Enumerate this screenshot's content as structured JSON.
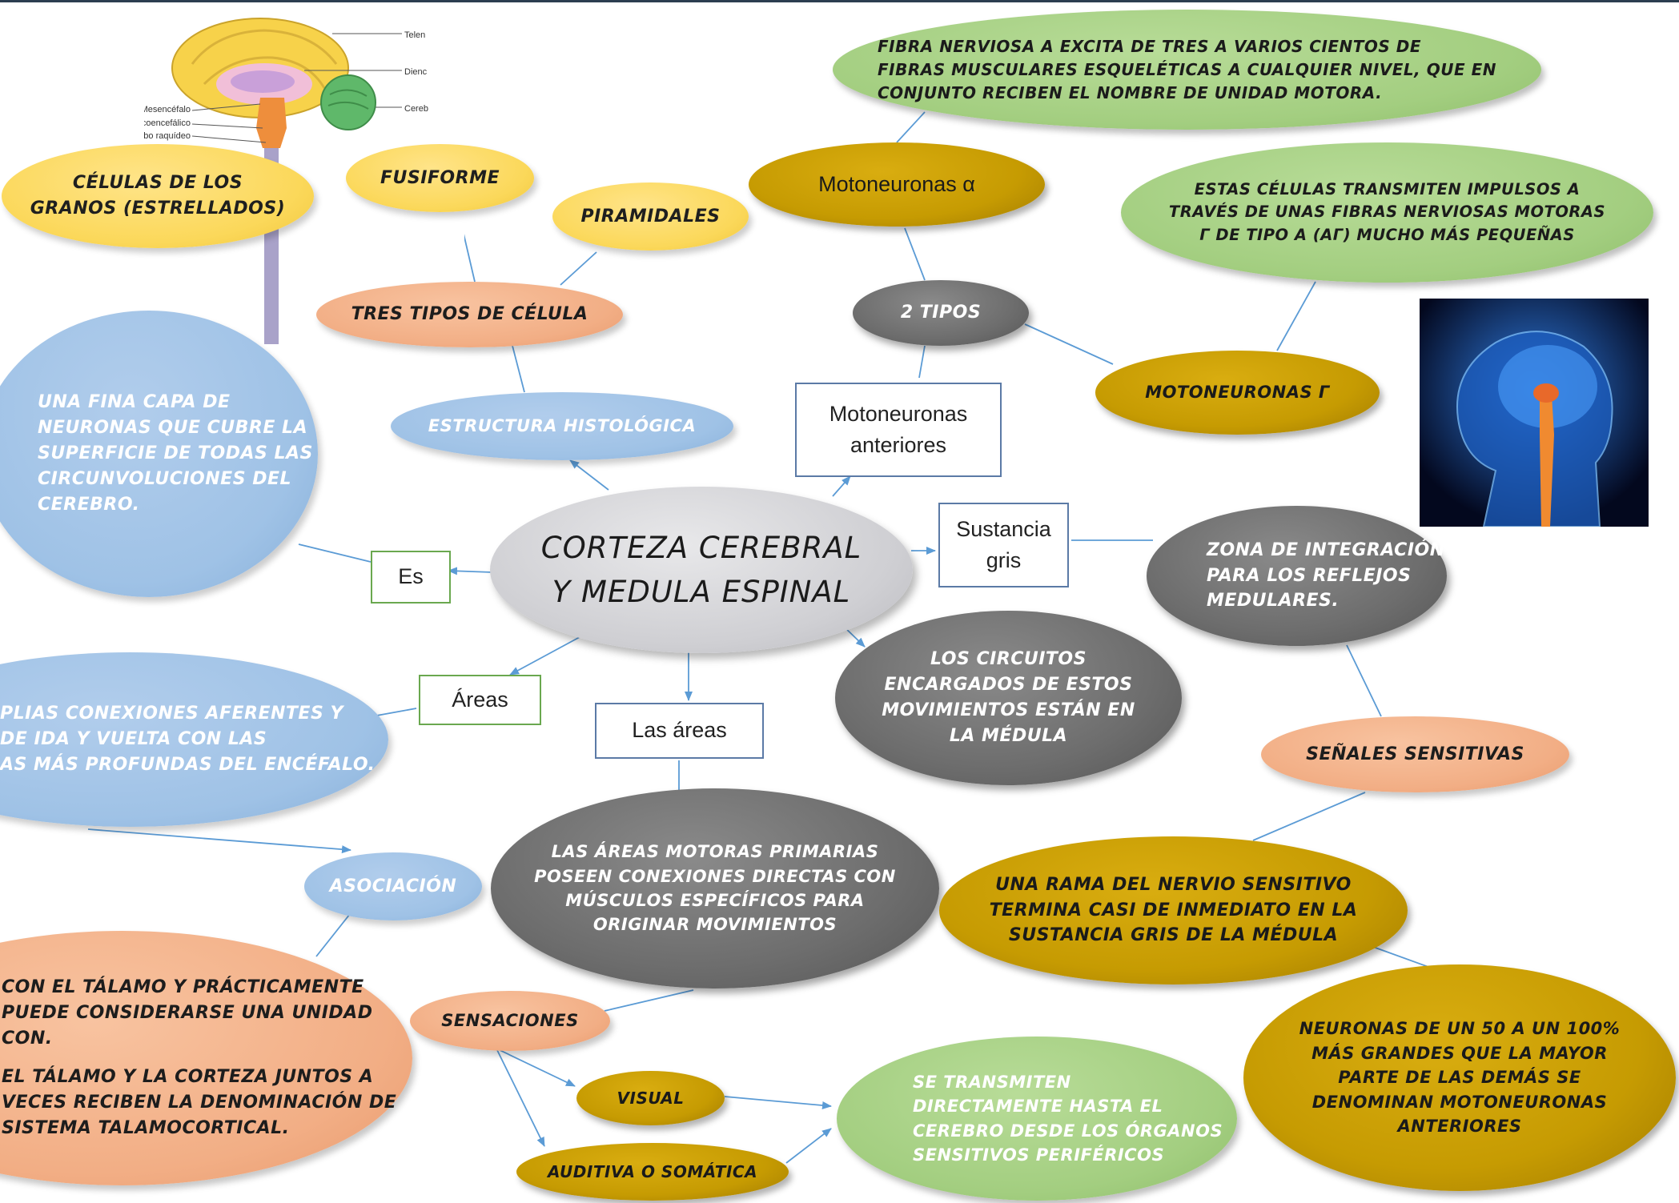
{
  "center": {
    "line1": "CORTEZA CEREBRAL",
    "line2": "Y MEDULA ESPINAL"
  },
  "boxes": {
    "es": "Es",
    "areas": "Áreas",
    "las_areas": "Las áreas",
    "sustancia_gris_1": "Sustancia",
    "sustancia_gris_2": "gris",
    "motoneuronas_anteriores_1": "Motoneuronas",
    "motoneuronas_anteriores_2": "anteriores"
  },
  "nodes": {
    "fibra": [
      "FIBRA NERVIOSA α EXCITA DE TRES A VARIOS CIENTOS DE",
      "FIBRAS MUSCULARES ESQUELÉTICAS A CUALQUIER NIVEL, QUE EN",
      "CONJUNTO RECIBEN EL NOMBRE DE UNIDAD MOTORA."
    ],
    "motoneuronas_alfa": "Motoneuronas α",
    "estas_celulas": [
      "ESTAS CÉLULAS TRANSMITEN IMPULSOS A",
      "TRAVÉS DE UNAS FIBRAS NERVIOSAS MOTORAS",
      "γ DE TIPO A (Aγ) MUCHO MÁS PEQUEÑAS"
    ],
    "dos_tipos": "2 TIPOS",
    "motoneuronas_gamma": "MOTONEURONAS γ",
    "celulas_granos": [
      "CÉLULAS DE LOS",
      "GRANOS (ESTRELLADOS)"
    ],
    "fusiforme": "FUSIFORME",
    "piramidales": "PIRAMIDALES",
    "tres_tipos": "TRES TIPOS DE CÉLULA",
    "estructura": "ESTRUCTURA HISTOLÓGICA",
    "fina_capa": [
      "UNA FINA CAPA DE",
      "NEURONAS QUE CUBRE LA",
      "SUPERFICIE DE TODAS LAS",
      "CIRCUNVOLUCIONES DEL",
      "CEREBRO."
    ],
    "zona_integracion": [
      "ZONA DE INTEGRACIÓN",
      "PARA LOS REFLEJOS",
      "MEDULARES."
    ],
    "circuitos": [
      "LOS CIRCUITOS",
      "ENCARGADOS DE ESTOS",
      "MOVIMIENTOS ESTÁN EN",
      "LA MÉDULA"
    ],
    "senales": "SEÑALES SENSITIVAS",
    "amplias": [
      "PLIAS CONEXIONES AFERENTES Y",
      "DE IDA Y VUELTA CON LAS",
      "AS MÁS PROFUNDAS DEL ENCÉFALO."
    ],
    "areas_motoras": [
      "LAS ÁREAS MOTORAS PRIMARIAS",
      "POSEEN CONEXIONES DIRECTAS CON",
      "MÚSCULOS ESPECÍFICOS PARA",
      "ORIGINAR MOVIMIENTOS"
    ],
    "rama": [
      "UNA RAMA DEL NERVIO SENSITIVO",
      "TERMINA CASI DE INMEDIATO EN LA",
      "SUSTANCIA GRIS DE LA MÉDULA"
    ],
    "asociacion": "ASOCIACIÓN",
    "talamo": [
      "CON EL TÁLAMO Y PRÁCTICAMENTE",
      "PUEDE CONSIDERARSE UNA UNIDAD CON.",
      "",
      "EL TÁLAMO Y LA CORTEZA JUNTOS A",
      "VECES RECIBEN LA DENOMINACIÓN DE",
      "SISTEMA TALAMOCORTICAL."
    ],
    "sensaciones": "SENSACIONES",
    "visual": "VISUAL",
    "auditiva": "AUDITIVA O SOMÁTICA",
    "se_transmiten": [
      "SE TRANSMITEN",
      "DIRECTAMENTE HASTA EL",
      "CEREBRO DESDE LOS ÓRGANOS",
      "SENSITIVOS PERIFÉRICOS"
    ],
    "neuronas_grandes": [
      "NEURONAS DE UN 50 A UN 100%",
      "MÁS GRANDES QUE LA MAYOR",
      "PARTE DE LAS DEMÁS SE",
      "DENOMINAN MOTONEURONAS",
      "ANTERIORES"
    ]
  },
  "brain_labels": {
    "telen": "Telen",
    "dienc": "Dienc",
    "cereb": "Cereb",
    "mesencefalo": "Mesencéfalo",
    "puente": "Puente troncoencefálico",
    "bulbo": "Bulbo raquídeo"
  },
  "colors": {
    "green": "#a3ce80",
    "gold": "#c69b02",
    "yellow": "#fbd85a",
    "salmon": "#f2ae85",
    "blue": "#9fc2e6",
    "gray": "#6d6d6d",
    "center": "#cfcfd3",
    "link": "#5b9bd5"
  }
}
